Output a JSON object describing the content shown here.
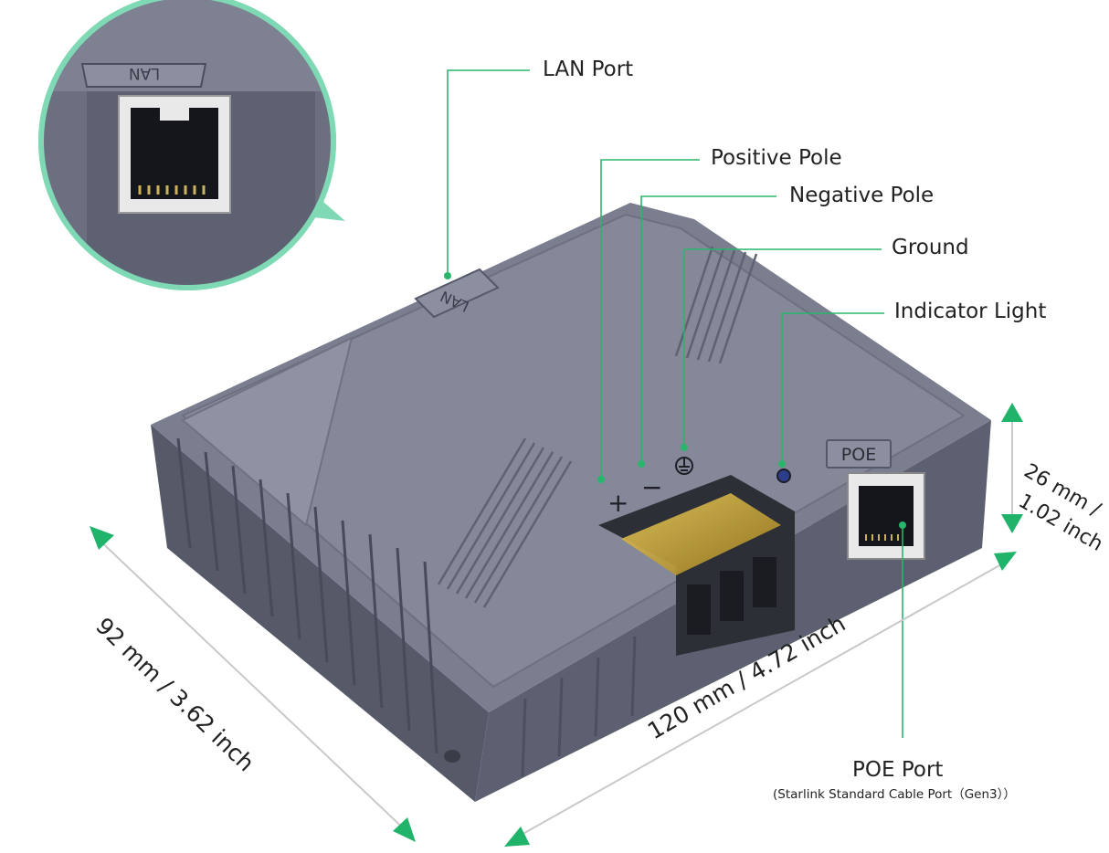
{
  "callouts": {
    "lan_port": "LAN Port",
    "positive_pole": "Positive Pole",
    "negative_pole": "Negative Pole",
    "ground": "Ground",
    "indicator_light": "Indicator Light",
    "poe_port": "POE Port",
    "poe_port_note": "(Starlink Standard Cable Port（Gen3））"
  },
  "device_labels": {
    "lan": "LAN",
    "poe": "POE",
    "plus": "+",
    "minus": "−"
  },
  "dimensions": {
    "length": "120 mm / 4.72 inch",
    "width": "92 mm / 3.62 inch",
    "height_mm": "26 mm /",
    "height_inch": "1.02 inch"
  },
  "colors": {
    "accent": "#27b36b",
    "device_body": "#6b6e7e",
    "device_top": "#7d8091",
    "zoom_ring": "#7fd9b5",
    "terminal_cover": "#c9a93a"
  },
  "icons": [
    "ethernet-port-icon",
    "ground-symbol-icon",
    "indicator-led-icon",
    "dimension-arrow-icon"
  ]
}
